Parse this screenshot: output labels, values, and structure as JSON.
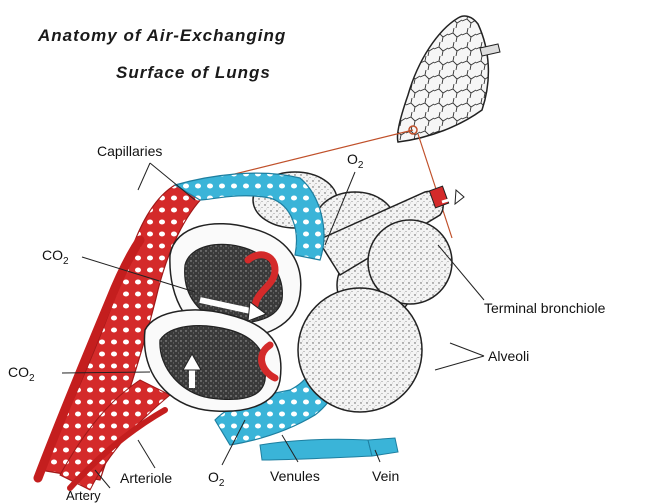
{
  "title": {
    "line1": "Anatomy of Air-Exchanging",
    "line2": "Surface of Lungs"
  },
  "labels": {
    "capillaries": "Capillaries",
    "o2_top": "O",
    "o2_top_sub": "2",
    "co2_upper": "CO",
    "co2_upper_sub": "2",
    "co2_lower": "CO",
    "co2_lower_sub": "2",
    "terminal_bronchiole": "Terminal bronchiole",
    "alveoli": "Alveoli",
    "artery": "Artery",
    "arteriole": "Arteriole",
    "o2_bottom": "O",
    "o2_bottom_sub": "2",
    "venules": "Venules",
    "vein": "Vein"
  },
  "colors": {
    "artery_red": "#d42a2a",
    "capillary_blue": "#3ab4d8",
    "alveolus_fill": "#f2f2f2",
    "interior_dark": "#333333",
    "leader_line": "#c0502a"
  }
}
